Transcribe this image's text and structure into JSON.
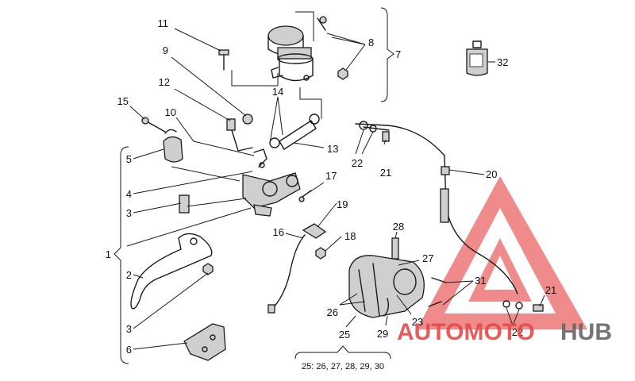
{
  "callouts": [
    {
      "id": "c11",
      "text": "11"
    },
    {
      "id": "c9",
      "text": "9"
    },
    {
      "id": "c12",
      "text": "12"
    },
    {
      "id": "c15",
      "text": "15"
    },
    {
      "id": "c10",
      "text": "10"
    },
    {
      "id": "c14",
      "text": "14"
    },
    {
      "id": "c8",
      "text": "8"
    },
    {
      "id": "c7",
      "text": "7"
    },
    {
      "id": "c32",
      "text": "32"
    },
    {
      "id": "c5",
      "text": "5"
    },
    {
      "id": "c4",
      "text": "4"
    },
    {
      "id": "c3a",
      "text": "3"
    },
    {
      "id": "c1",
      "text": "1"
    },
    {
      "id": "c2",
      "text": "2"
    },
    {
      "id": "c3b",
      "text": "3"
    },
    {
      "id": "c6",
      "text": "6"
    },
    {
      "id": "c13",
      "text": "13"
    },
    {
      "id": "c17",
      "text": "17"
    },
    {
      "id": "c19",
      "text": "19"
    },
    {
      "id": "c16",
      "text": "16"
    },
    {
      "id": "c18",
      "text": "18"
    },
    {
      "id": "c22a",
      "text": "22"
    },
    {
      "id": "c21a",
      "text": "21"
    },
    {
      "id": "c20",
      "text": "20"
    },
    {
      "id": "c28",
      "text": "28"
    },
    {
      "id": "c27",
      "text": "27"
    },
    {
      "id": "c31",
      "text": "31"
    },
    {
      "id": "c26",
      "text": "26"
    },
    {
      "id": "c23",
      "text": "23"
    },
    {
      "id": "c29",
      "text": "29"
    },
    {
      "id": "c25",
      "text": "25"
    },
    {
      "id": "c21b",
      "text": "21"
    },
    {
      "id": "c22b",
      "text": "22"
    }
  ],
  "kit_note": "25: 26, 27, 28, 29, 30",
  "watermark": {
    "part1": "AUTOMOTO",
    "part2": "HUB"
  },
  "colors": {
    "line": "#1a1a1a",
    "watermark_red": "#e64a4a",
    "watermark_gray": "#666666"
  }
}
